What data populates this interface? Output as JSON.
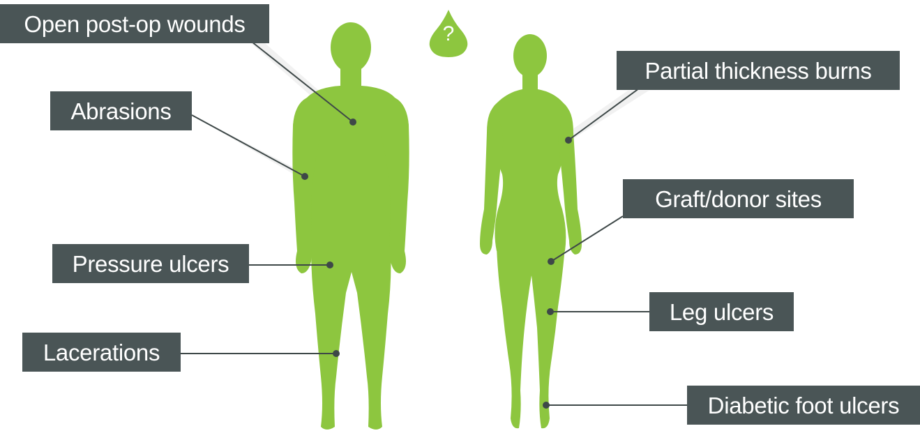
{
  "labels": {
    "open_postop": "Open post-op wounds",
    "abrasions": "Abrasions",
    "pressure_ulcers": "Pressure ulcers",
    "lacerations": "Lacerations",
    "partial_burns": "Partial thickness burns",
    "graft_donor": "Graft/donor sites",
    "leg_ulcers": "Leg ulcers",
    "diabetic_foot": "Diabetic foot ulcers"
  },
  "badge": {
    "symbol": "?"
  },
  "colors": {
    "figure": "#8dc63f",
    "label_bg": "#4a5556",
    "label_text": "#ffffff",
    "leader": "#3e4848",
    "dot": "#3e4848"
  }
}
